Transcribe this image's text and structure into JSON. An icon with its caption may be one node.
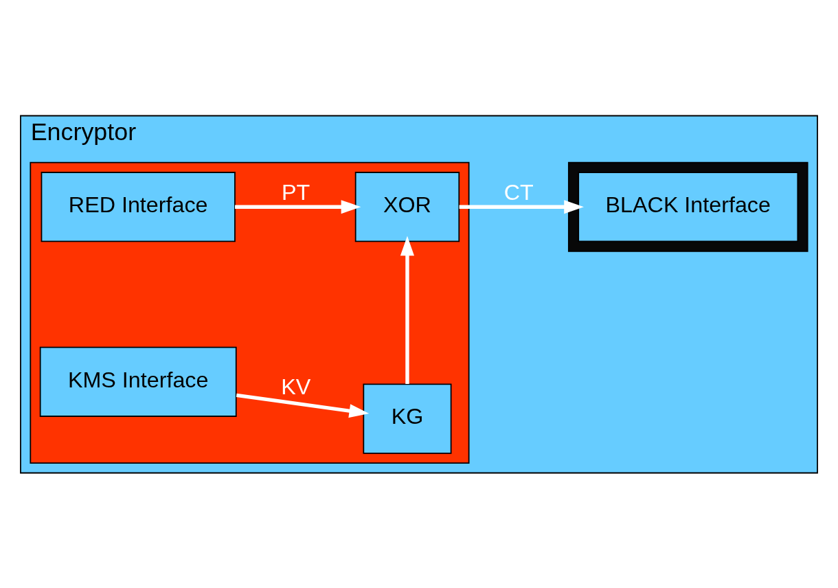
{
  "diagram": {
    "nodes": [
      {
        "text": [
          "Encryptor"
        ]
      },
      {
        "text": [],
        "shape": "box",
        "in": 0
      },
      {
        "text": [],
        "shape": "box",
        "in": 0
      },
      {
        "text": [
          "RED Interface"
        ],
        "in": 1
      },
      {
        "text": [
          "XOR"
        ],
        "in": 1
      },
      {
        "text": [
          "KMS Interface"
        ],
        "in": 1
      },
      {
        "text": [
          "KG"
        ],
        "in": 1
      },
      {
        "text": [
          "BLACK Interface"
        ],
        "in": 2
      }
    ],
    "edges": [
      {
        "from": 3,
        "to": 4,
        "arrow": "to",
        "label": "PT"
      },
      {
        "from": 4,
        "to": 7,
        "arrow": "to",
        "label": "CT"
      },
      {
        "from": 5,
        "to": 6,
        "arrow": "to",
        "label": "KV"
      },
      {
        "from": 6,
        "to": 4,
        "arrow": "to"
      }
    ]
  }
}
